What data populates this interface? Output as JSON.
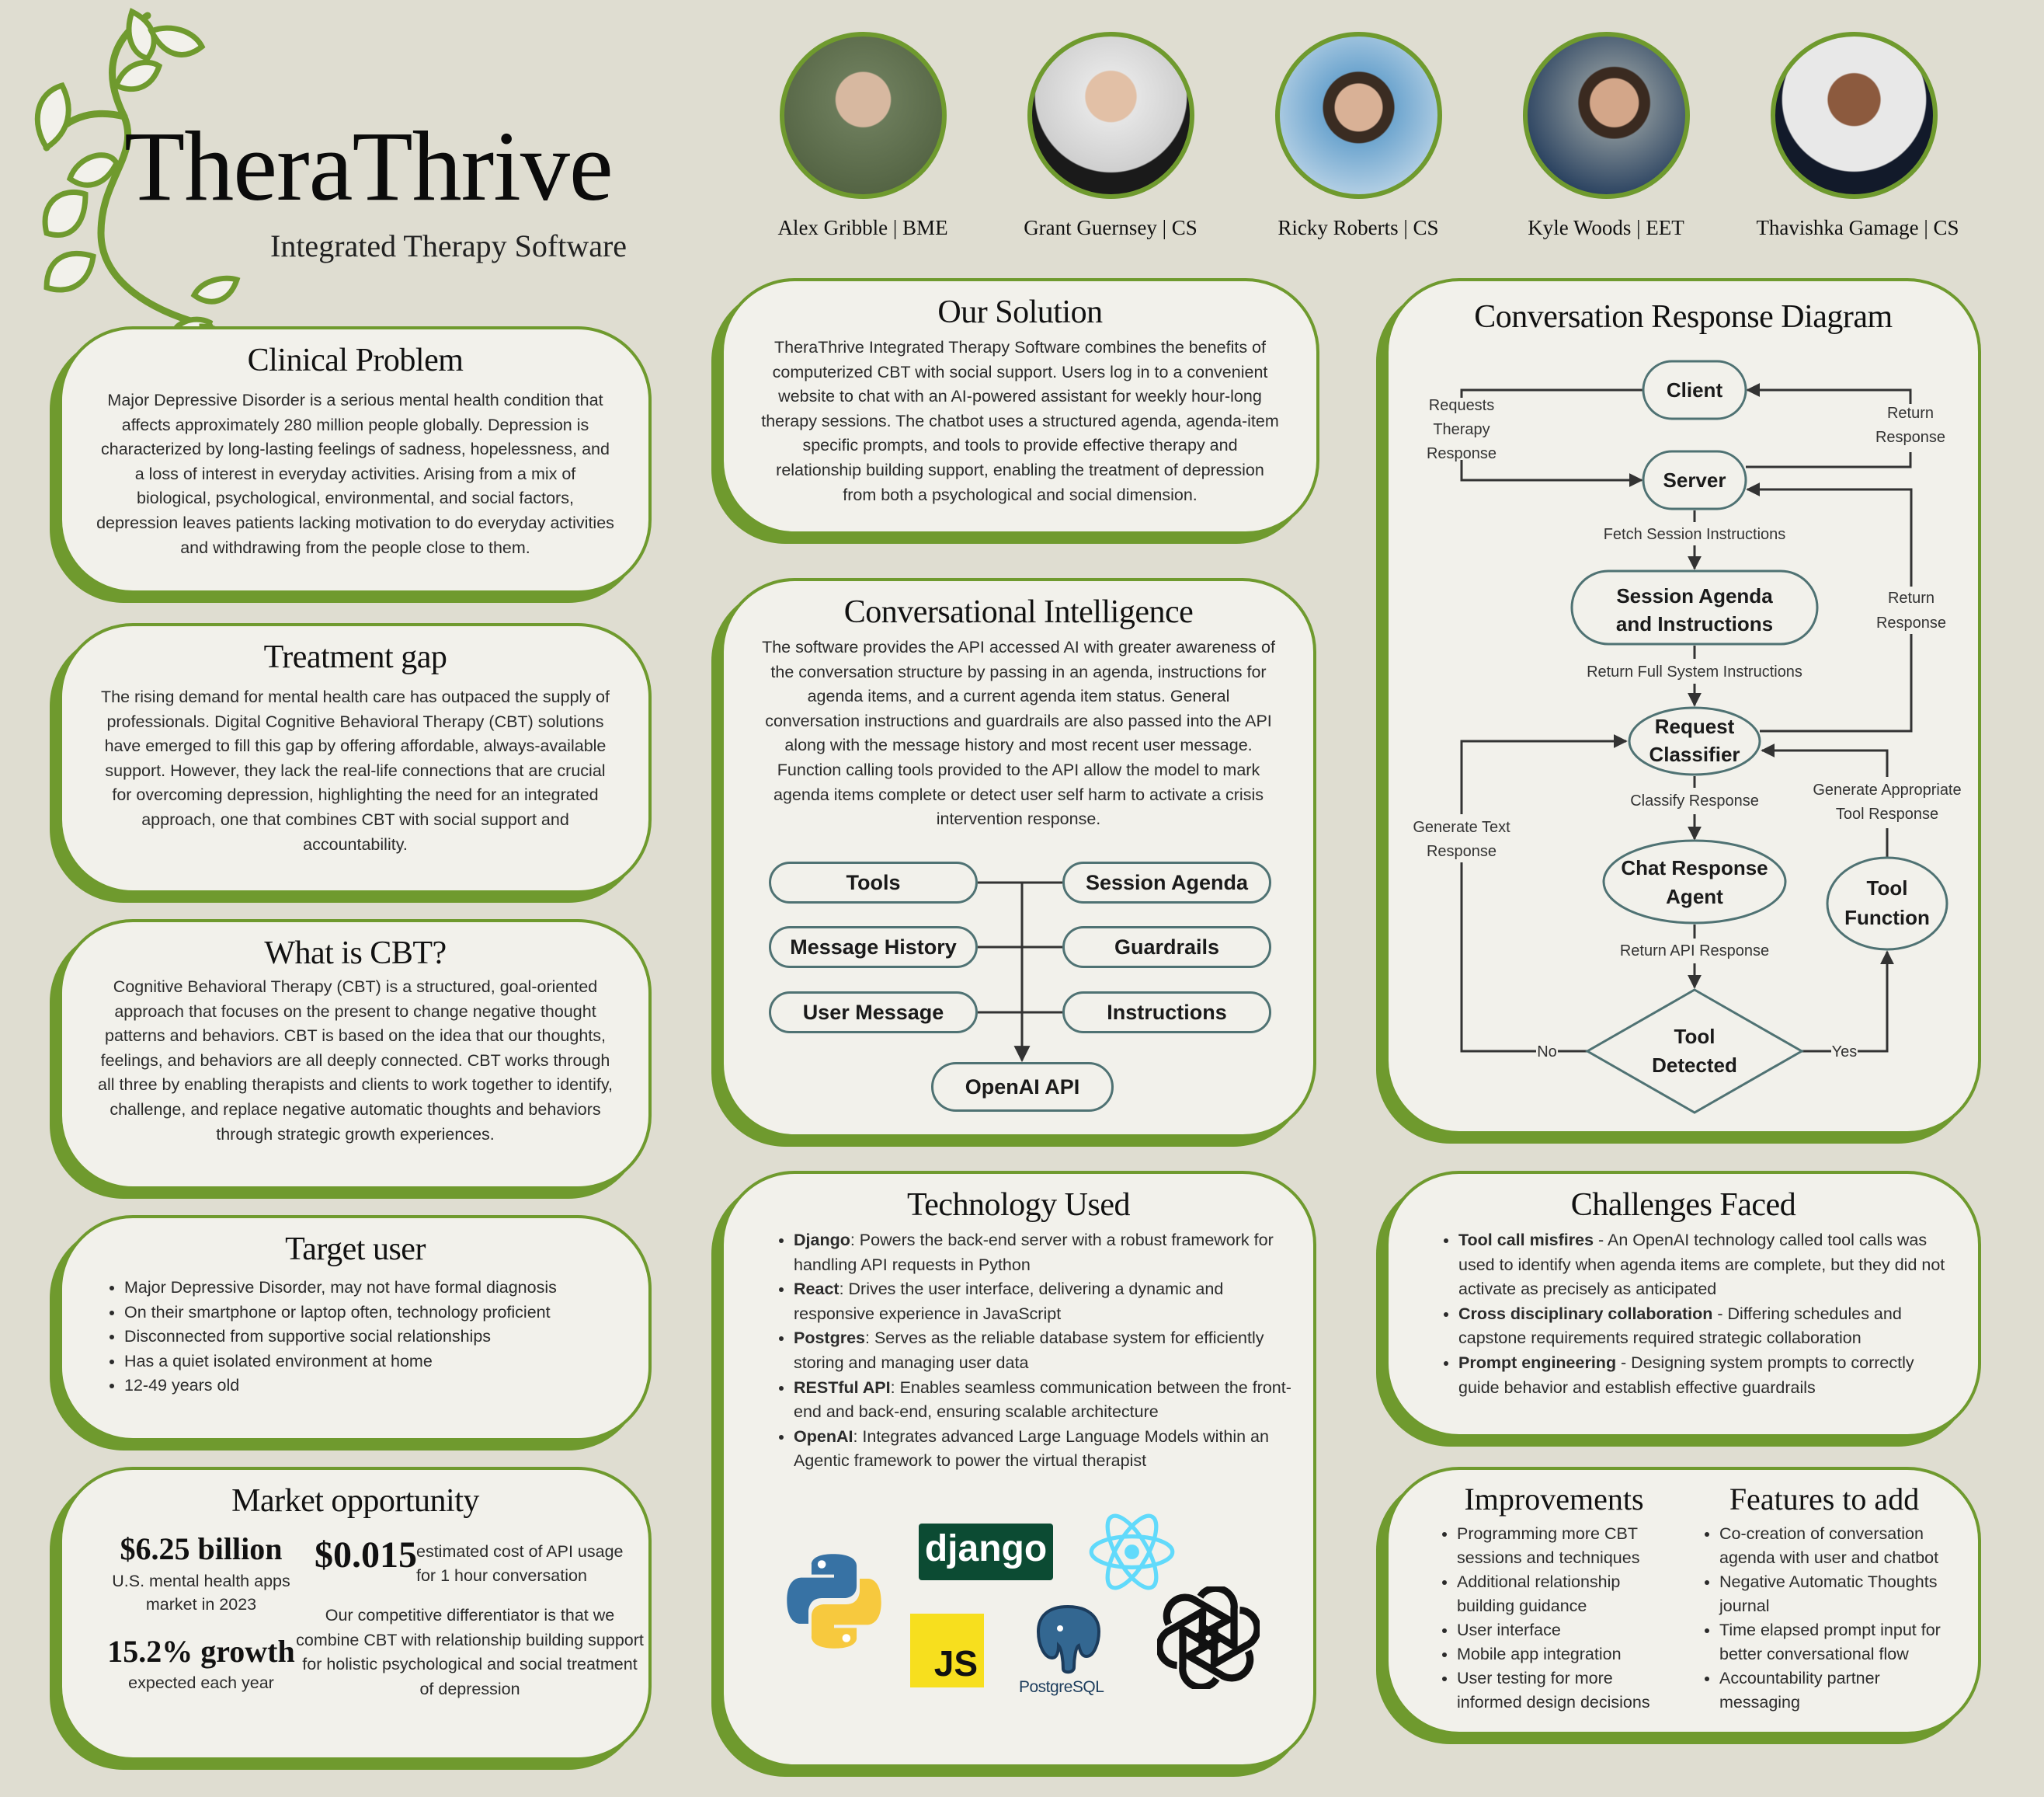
{
  "header": {
    "title": "TheraThrive",
    "subtitle": "Integrated Therapy Software"
  },
  "team": [
    {
      "name": "Alex Gribble | BME"
    },
    {
      "name": "Grant Guernsey | CS"
    },
    {
      "name": "Ricky Roberts | CS"
    },
    {
      "name": "Kyle Woods | EET"
    },
    {
      "name": "Thavishka Gamage | CS"
    }
  ],
  "clinical": {
    "title": "Clinical Problem",
    "text": "Major Depressive Disorder is a serious mental health condition that affects approximately 280 million people globally. Depression is characterized by long-lasting feelings of sadness, hopelessness, and a loss of interest in everyday activities. Arising from a mix of biological, psychological, environmental, and social factors, depression leaves patients lacking motivation to do everyday activities and withdrawing from the people close to them."
  },
  "gap": {
    "title": "Treatment gap",
    "text": "The rising demand for mental health care has outpaced the supply of professionals. Digital Cognitive Behavioral Therapy (CBT) solutions have emerged to fill this gap by offering affordable, always-available support. However, they lack the real-life connections that are crucial for overcoming depression, highlighting the need for an integrated approach, one that combines CBT with social support and accountability."
  },
  "cbt": {
    "title": "What is CBT?",
    "text": "Cognitive Behavioral Therapy (CBT) is a structured, goal-oriented approach that focuses on the present to change negative thought patterns and behaviors. CBT is based on the idea that our thoughts, feelings, and behaviors are all deeply connected. CBT works through all three by enabling therapists and clients to work together to identify, challenge, and replace negative automatic thoughts and behaviors through strategic growth experiences."
  },
  "target": {
    "title": "Target user",
    "items": [
      "Major Depressive Disorder, may not have formal diagnosis",
      "On their smartphone or laptop often, technology proficient",
      "Disconnected from supportive social relationships",
      "Has a quiet isolated environment at home",
      "12-49 years old"
    ]
  },
  "market": {
    "title": "Market opportunity",
    "stat1": "$6.25 billion",
    "stat1_desc": "U.S. mental health apps market in 2023",
    "stat2": "15.2% growth",
    "stat2_desc": "expected each year",
    "stat3": "$0.015",
    "stat3_desc": "estimated cost of API usage for 1 hour conversation",
    "differentiator": "Our competitive differentiator is that we combine CBT with relationship building support for holistic psychological and social treatment of depression"
  },
  "solution": {
    "title": "Our Solution",
    "text": "TheraThrive Integrated Therapy Software combines the benefits of computerized CBT with social support. Users log in to a convenient website to chat with an AI-powered assistant for weekly hour-long therapy sessions. The chatbot uses a structured agenda, agenda-item specific prompts, and tools to provide effective therapy and relationship building support, enabling the treatment of depression from both a psychological and social dimension."
  },
  "ci": {
    "title": "Conversational Intelligence",
    "text": "The software provides the API accessed AI with greater awareness of the conversation structure by passing in an agenda, instructions for agenda items, and a current agenda item status. General conversation instructions and guardrails are also passed into the API along with the message history and most recent user message. Function calling tools provided to the API allow the model to mark agenda items complete or detect user self harm to activate a crisis intervention response.",
    "left": [
      "Tools",
      "Message History",
      "User Message"
    ],
    "right": [
      "Session Agenda",
      "Guardrails",
      "Instructions"
    ],
    "target": "OpenAI API"
  },
  "tech": {
    "title": "Technology Used",
    "items": [
      {
        "name": "Django",
        "desc": ": Powers the back-end server with a robust framework for handling API requests in Python"
      },
      {
        "name": "React",
        "desc": ": Drives the user interface, delivering a dynamic and responsive experience in JavaScript"
      },
      {
        "name": "Postgres",
        "desc": ": Serves as the reliable database system for efficiently storing and managing user data"
      },
      {
        "name": "RESTful API",
        "desc": ": Enables seamless communication between the front-end and back-end, ensuring scalable architecture"
      },
      {
        "name": "OpenAI",
        "desc": ": Integrates advanced Large Language Models within an Agentic framework to power the virtual therapist"
      }
    ],
    "logos": {
      "django": "django",
      "js": "JS",
      "postgres": "PostgreSQL"
    }
  },
  "diagram": {
    "title": "Conversation Response Diagram",
    "nodes": {
      "client": "Client",
      "server": "Server",
      "agenda1": "Session Agenda",
      "agenda2": "and Instructions",
      "rc1": "Request",
      "rc2": "Classifier",
      "chat1": "Chat Response",
      "chat2": "Agent",
      "tool1": "Tool",
      "tool2": "Function",
      "det1": "Tool",
      "det2": "Detected"
    },
    "labels": {
      "req1": "Requests",
      "req2": "Therapy",
      "req3": "Response",
      "ret1": "Return",
      "ret2": "Response",
      "ret3": "Return",
      "ret4": "Response",
      "fetch": "Fetch Session Instructions",
      "full": "Return Full System Instructions",
      "classify": "Classify Response",
      "api": "Return API Response",
      "gen1": "Generate Text",
      "gen2": "Response",
      "gat1": "Generate Appropriate",
      "gat2": "Tool Response",
      "no": "No",
      "yes": "Yes"
    }
  },
  "challenges": {
    "title": "Challenges Faced",
    "items": [
      {
        "name": "Tool call misfires",
        "desc": " - An OpenAI technology called tool calls was used to identify when agenda items are complete, but they did not activate as precisely as anticipated"
      },
      {
        "name": "Cross disciplinary collaboration",
        "desc": " - Differing schedules and capstone requirements required strategic collaboration"
      },
      {
        "name": "Prompt engineering",
        "desc": " - Designing system prompts to correctly guide behavior and establish effective guardrails"
      }
    ]
  },
  "improvements": {
    "title": "Improvements",
    "items": [
      "Programming more CBT sessions and techniques",
      "Additional relationship building guidance",
      "User interface",
      "Mobile app integration",
      "User testing for more informed design decisions"
    ]
  },
  "features": {
    "title": "Features to add",
    "items": [
      "Co-creation of conversation agenda with user and chatbot",
      "Negative Automatic Thoughts journal",
      "Time elapsed prompt input for better conversational flow",
      "Accountability partner messaging"
    ]
  },
  "colors": {
    "accent": "#6f9a2e",
    "panel": "#f2f1eb",
    "background": "#dfddd1",
    "node": "#4f7273"
  }
}
